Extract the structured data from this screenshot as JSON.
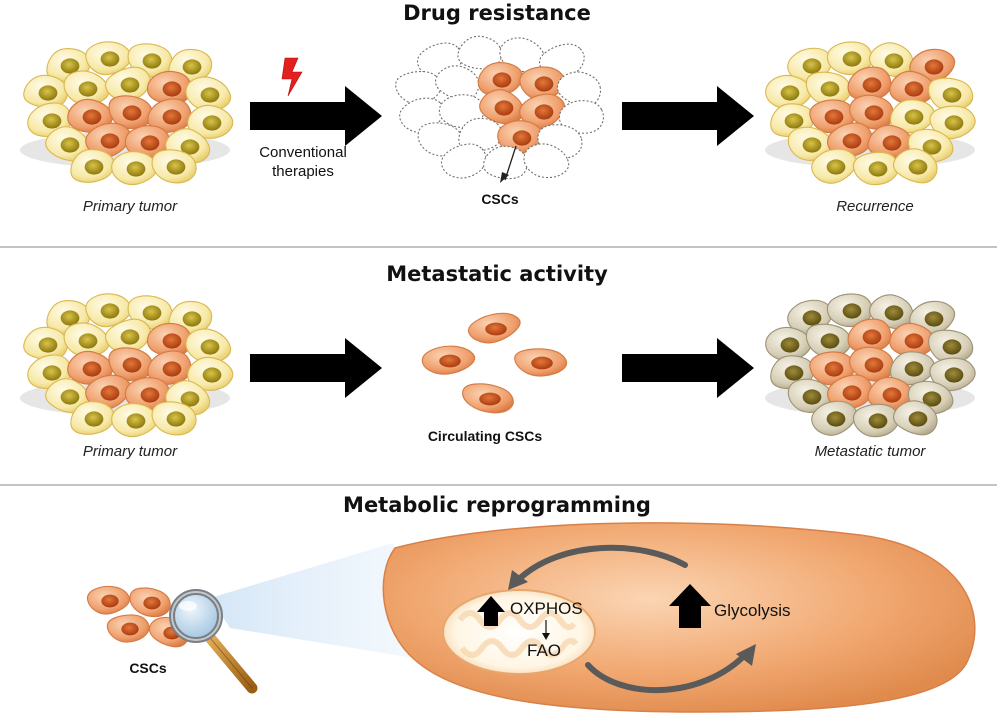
{
  "sections": [
    {
      "title": "Drug resistance",
      "left_label": "Primary tumor",
      "arrow_label_line1": "Conventional",
      "arrow_label_line2": "therapies",
      "middle_label": "CSCs",
      "right_label": "Recurrence"
    },
    {
      "title": "Metastatic activity",
      "left_label": "Primary tumor",
      "middle_label": "Circulating CSCs",
      "right_label": "Metastatic tumor"
    },
    {
      "title": "Metabolic reprogramming",
      "left_label": "CSCs",
      "oxphos_label": "OXPHOS",
      "fao_label": "FAO",
      "glycolysis_label": "Glycolysis"
    }
  ],
  "colors": {
    "normal_cell": "#f3dd84",
    "normal_nucleus": "#b49a12",
    "csc_cell": "#ec9a66",
    "csc_nucleus": "#c3521b",
    "dead_cell": "#ffffff",
    "metastatic_cell": "#cdc4ad",
    "metastatic_nucleus": "#7a6a18",
    "divider": "#999999",
    "arrow": "#000000",
    "lightning": "#e02020"
  },
  "icons": [
    "lightning-icon",
    "magnifier-icon"
  ]
}
